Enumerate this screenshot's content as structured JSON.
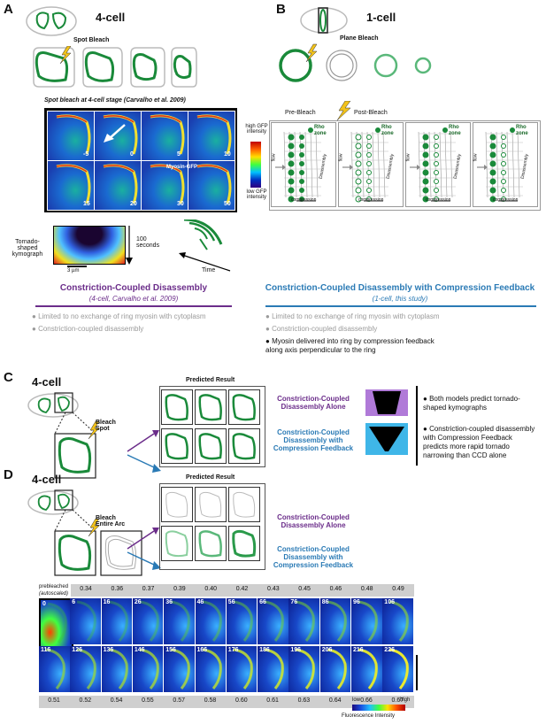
{
  "panel_a": {
    "letter": "A",
    "cell_label": "4-cell",
    "spot_bleach_label": "Spot Bleach",
    "micro_title": "Spot bleach at 4-cell stage (Carvalho et al. 2009)",
    "tile_times": [
      "-5",
      "0",
      "5",
      "10",
      "15",
      "20",
      "30",
      "50"
    ],
    "colorbar_high": "high GFP intensity",
    "colorbar_low": "low GFP intensity",
    "myosin_label": "Myosin-GFP",
    "kymo_label": "Tornado-shaped kymograph",
    "time_axis": "100 seconds",
    "scale_bar": "3 µm",
    "time_word": "Time",
    "model_title": "Constriction-Coupled Disassembly",
    "model_sub": "(4-cell, Carvalho et al. 2009)",
    "bullets": [
      "Limited to no exchange of ring myosin with cytoplasm",
      "Constriction-coupled disassembly"
    ]
  },
  "panel_b": {
    "letter": "B",
    "cell_label": "1-cell",
    "plane_bleach_label": "Plane Bleach",
    "pre_bleach": "Pre-Bleach",
    "post_bleach": "Post-Bleach",
    "rho_zone": "Rho zone",
    "flow": "flow",
    "compression": "compression",
    "disassembly": "Disassembly",
    "model_title": "Constriction-Coupled Disassembly with Compression Feedback",
    "model_sub": "(1-cell, this study)",
    "bullets_grey": [
      "Limited to no exchange of ring myosin with cytoplasm",
      "Constriction-coupled disassembly"
    ],
    "bullet_black": "Myosin delivered into ring by compression feedback along axis perpendicular to the ring"
  },
  "panel_c": {
    "letter": "C",
    "cell_label": "4-cell",
    "bleach_label": "Bleach Spot",
    "predicted": "Predicted Result",
    "model1": "Constriction-Coupled Disassembly Alone",
    "model2": "Constriction-Coupled Disassembly with Compression Feedback",
    "note1": "Both models predict tornado-shaped kymographs",
    "note2": "Constriction-coupled disassembly with Compression Feedback predicts more rapid tornado narrowing than CCD alone",
    "colors": {
      "purple": "#b07ad8",
      "blue": "#3fb6e8"
    }
  },
  "panel_d": {
    "letter": "D",
    "cell_label": "4-cell",
    "bleach_label": "Bleach Entire Arc",
    "predicted": "Predicted Result",
    "model1": "Constriction-Coupled Disassembly Alone",
    "model2": "Constriction-Coupled Disassembly with Compression Feedback",
    "prebleach_label": "prebleached",
    "autoscaled": "(autoscaled)",
    "top_values": [
      "0.34",
      "0.36",
      "0.37",
      "0.39",
      "0.40",
      "0.42",
      "0.43",
      "0.45",
      "0.46",
      "0.48",
      "0.49"
    ],
    "top_times": [
      "0",
      "6",
      "16",
      "26",
      "36",
      "46",
      "56",
      "66",
      "76",
      "86",
      "96",
      "106"
    ],
    "bottom_times": [
      "116",
      "126",
      "136",
      "146",
      "156",
      "166",
      "176",
      "186",
      "196",
      "206",
      "216",
      "226"
    ],
    "bottom_values": [
      "0.51",
      "0.52",
      "0.54",
      "0.55",
      "0.57",
      "0.58",
      "0.60",
      "0.61",
      "0.63",
      "0.64",
      "0.66",
      "0.67"
    ],
    "legend_low": "low",
    "legend_high": "high",
    "legend_title": "Fluorescence Intensity"
  }
}
